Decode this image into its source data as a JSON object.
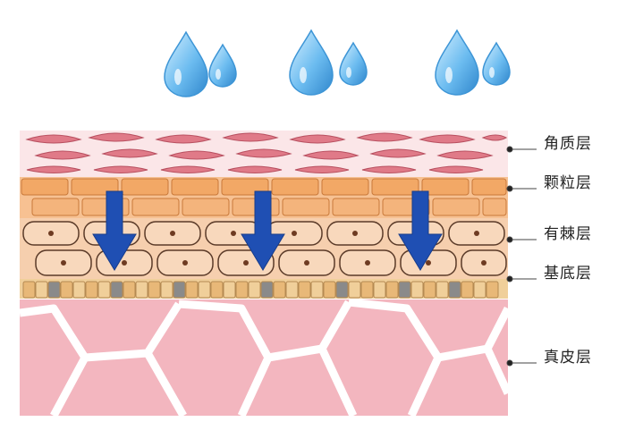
{
  "layers": [
    {
      "id": "stratum-corneum",
      "label": "角质层"
    },
    {
      "id": "stratum-granulosum",
      "label": "颗粒层"
    },
    {
      "id": "stratum-spinosum",
      "label": "有棘层"
    },
    {
      "id": "stratum-basale",
      "label": "基底层"
    },
    {
      "id": "dermis",
      "label": "真皮层"
    }
  ],
  "colors": {
    "water": "#5aaee6",
    "arrow": "#1f4fb3",
    "corneum": "#e07a88",
    "granulosum": "#f2a866",
    "spinosum": "#f8d2b0",
    "basale": "#f0cf9a",
    "basale_dark": "#8a8a8a",
    "dermis": "#f3b6bf",
    "dermis_line": "#ffffff"
  },
  "icons": {
    "drop": "water-drop-icon",
    "arrow": "down-arrow-icon"
  }
}
